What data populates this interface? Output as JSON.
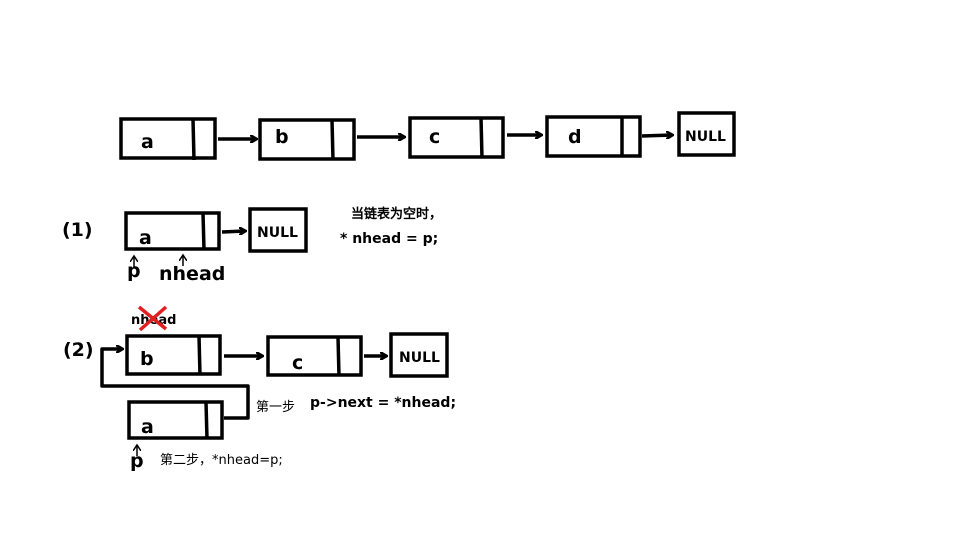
{
  "top_list": {
    "nodes": [
      "a",
      "b",
      "c",
      "d"
    ],
    "terminal": "NULL"
  },
  "case1": {
    "label": "(1)",
    "node": "a",
    "terminal": "NULL",
    "note_line1": "当链表为空时，",
    "note_line2": "* nhead = p;",
    "pointer_p": "p",
    "pointer_nhead": "nhead"
  },
  "case2": {
    "label": "(2)",
    "crossed_label": "nhead",
    "nodes": [
      "b",
      "c"
    ],
    "terminal": "NULL",
    "new_node": "a",
    "step1_label": "第一步",
    "step1_code": "p->next = *nhead;",
    "pointer_p": "p",
    "step2_text": "第二步，*nhead=p;"
  },
  "colors": {
    "ink": "#000000",
    "cross": "#e02020"
  }
}
